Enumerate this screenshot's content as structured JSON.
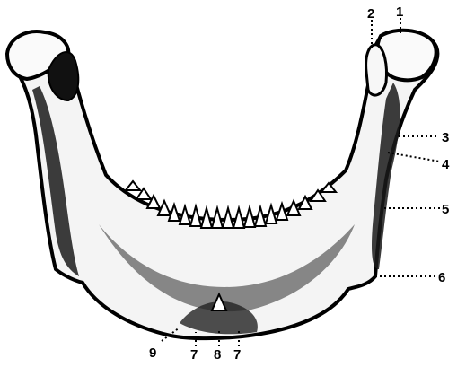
{
  "figure": {
    "labels": [
      {
        "id": "1",
        "text": "1"
      },
      {
        "id": "2",
        "text": "2"
      },
      {
        "id": "3",
        "text": "3"
      },
      {
        "id": "4",
        "text": "4"
      },
      {
        "id": "5",
        "text": "5"
      },
      {
        "id": "6",
        "text": "6"
      },
      {
        "id": "7a",
        "text": "7"
      },
      {
        "id": "8",
        "text": "8"
      },
      {
        "id": "7b",
        "text": "7"
      },
      {
        "id": "9",
        "text": "9"
      }
    ]
  }
}
